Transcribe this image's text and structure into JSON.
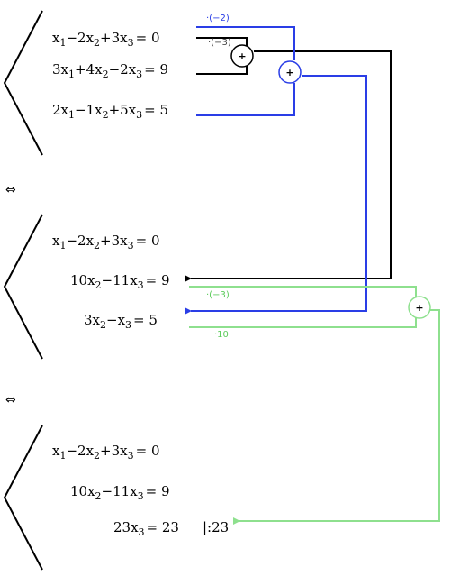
{
  "colors": {
    "black": "#000000",
    "blue": "#2a3ee6",
    "green": "#8ee08e",
    "gray_label": "#444444"
  },
  "equiv_symbol": "⇔",
  "plus_symbol": "+",
  "system1": {
    "eq1": {
      "a": "x",
      "as": "1",
      "b": "−2x",
      "bs": "2",
      "c": "+3x",
      "cs": "3",
      "rhs": "= 0"
    },
    "eq2": {
      "a": "3x",
      "as": "1",
      "b": "+4x",
      "bs": "2",
      "c": "−2x",
      "cs": "3",
      "rhs": "= 9"
    },
    "eq3": {
      "a": "2x",
      "as": "1",
      "b": "−1x",
      "bs": "2",
      "c": "+5x",
      "cs": "3",
      "rhs": "= 5"
    }
  },
  "system2": {
    "eq1": {
      "a": "x",
      "as": "1",
      "b": "−2x",
      "bs": "2",
      "c": "+3x",
      "cs": "3",
      "rhs": "= 0"
    },
    "eq2": {
      "a": "10x",
      "as": "2",
      "b": "−11x",
      "bs": "3",
      "rhs": "= 9"
    },
    "eq3": {
      "a": "3x",
      "as": "2",
      "b": "−x",
      "bs": "3",
      "rhs": "= 5"
    }
  },
  "system3": {
    "eq1": {
      "a": "x",
      "as": "1",
      "b": "−2x",
      "bs": "2",
      "c": "+3x",
      "cs": "3",
      "rhs": "= 0"
    },
    "eq2": {
      "a": "10x",
      "as": "2",
      "b": "−11x",
      "bs": "3",
      "rhs": "= 9"
    },
    "eq3": {
      "a": "23x",
      "as": "3",
      "rhs": "= 23"
    },
    "divide_note": "|:23"
  },
  "multipliers": {
    "blue_top": "·(−2)",
    "black_top": "·(−3)",
    "green_top": "·(−3)",
    "green_bottom": "·10"
  }
}
